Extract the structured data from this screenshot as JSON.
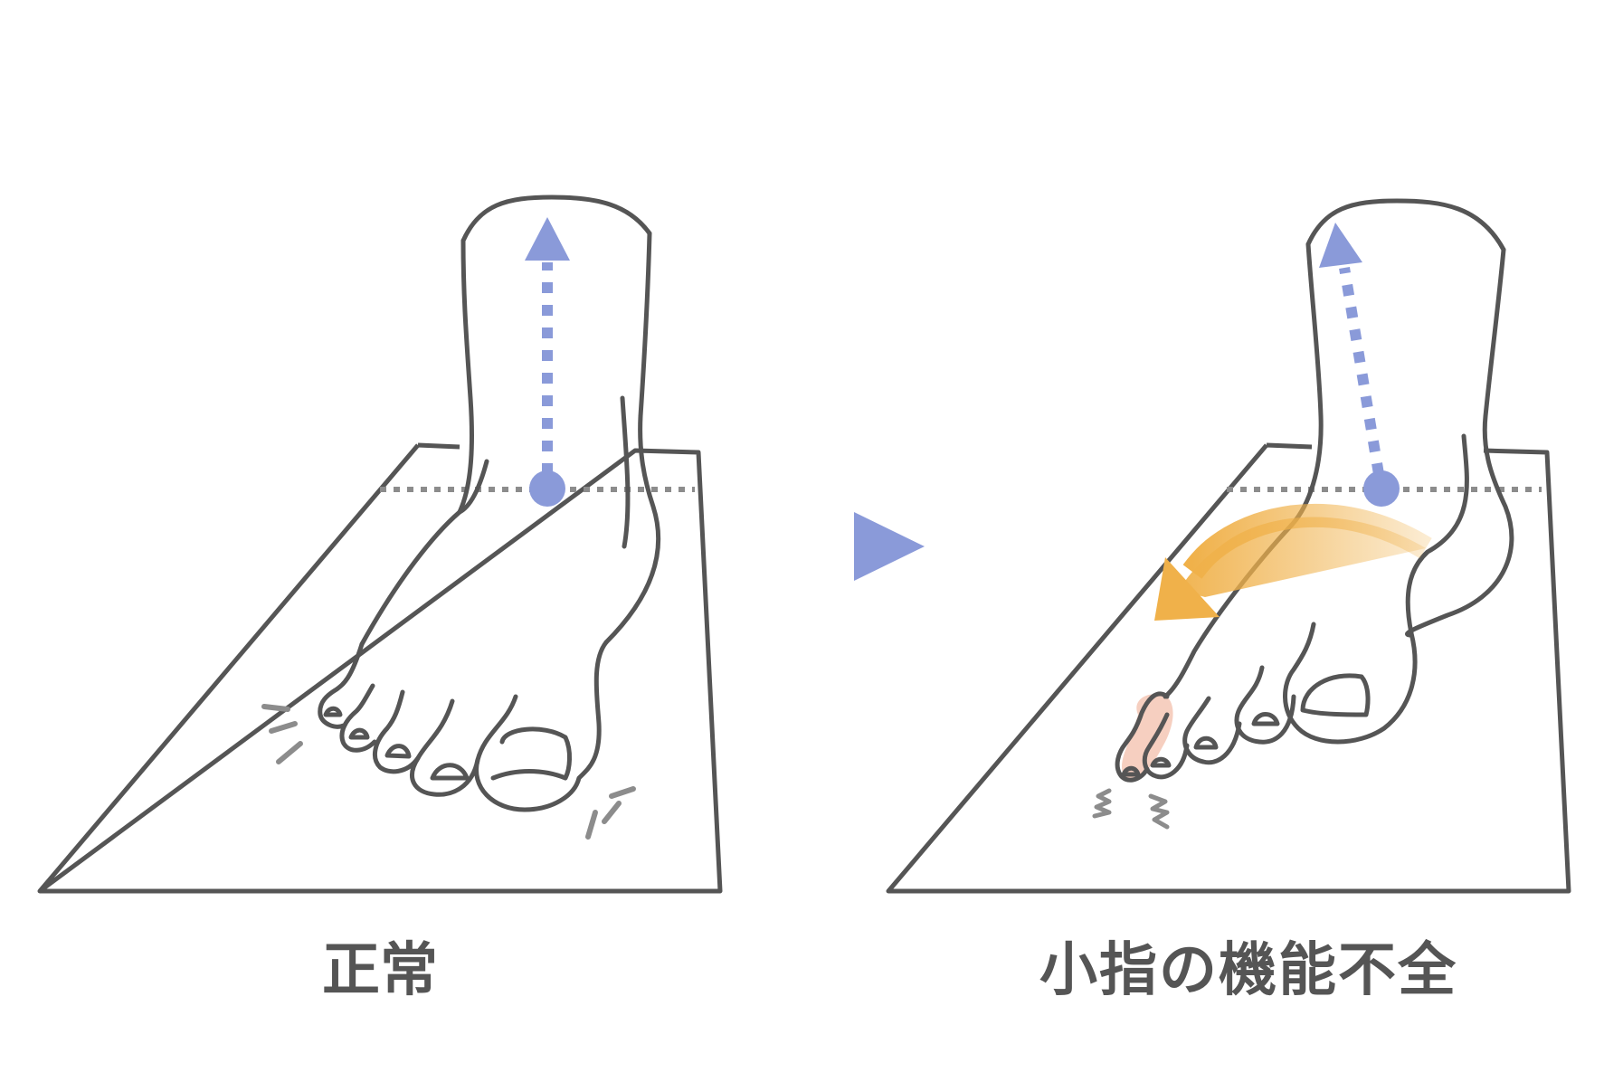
{
  "labels": {
    "normal": "正常",
    "dysfunction": "小指の機能不全"
  },
  "colors": {
    "outline": "#555555",
    "axis_arrow": "#8a9ad9",
    "rotation_arrow": "#f0b14a",
    "affected_toe": "#f6cfc0",
    "guide_line": "#8c8c8c",
    "background": "#ffffff"
  },
  "icons": {
    "transition": "right-triangle-arrow",
    "rotation": "curved-arrow-left",
    "pressure": "pressure-lines",
    "instability": "zigzag-lines"
  }
}
